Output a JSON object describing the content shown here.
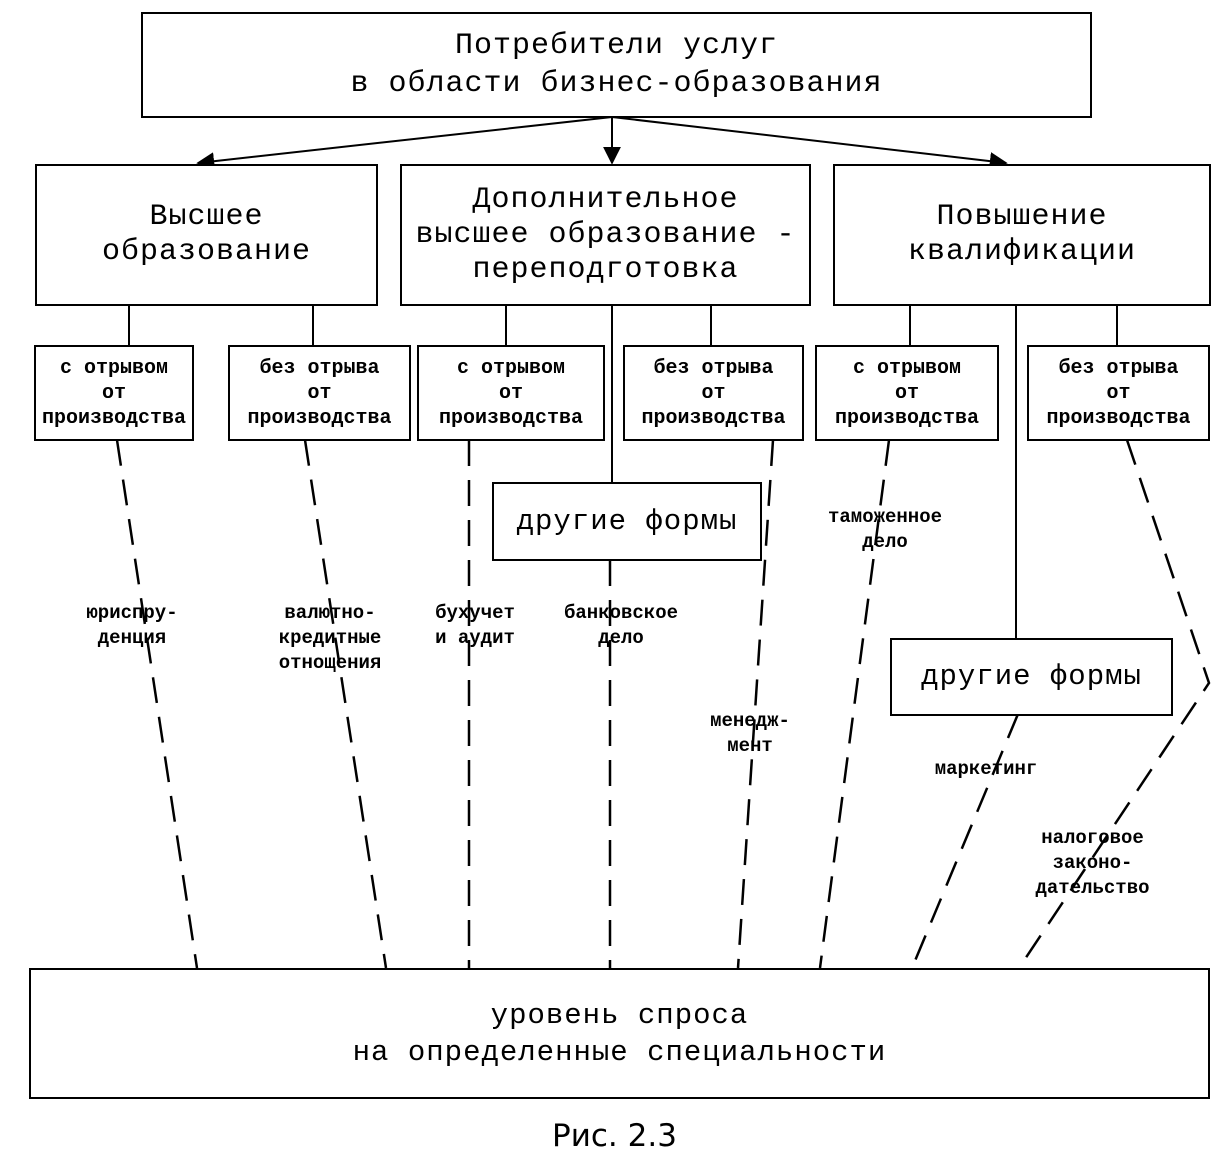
{
  "top_box": {
    "line1": "Потребители услуг",
    "line2": "в области бизнес-образования"
  },
  "level1": [
    {
      "lines": [
        "Высшее",
        "образование"
      ]
    },
    {
      "lines": [
        "Дополнительное",
        "высшее образование -",
        "переподготовка"
      ]
    },
    {
      "lines": [
        "Повышение",
        "квалификации"
      ]
    }
  ],
  "modes": {
    "with_break": [
      "с отрывом",
      "от",
      "производства"
    ],
    "without_break": [
      "без отрыва",
      "от",
      "производства"
    ]
  },
  "other_forms": "другие формы",
  "specialties": {
    "jurisprudence": [
      "юриспру-",
      "денция"
    ],
    "currency_credit": [
      "валютно-",
      "кредитные",
      "отнощения"
    ],
    "accounting": [
      "бухучет",
      "и аудит"
    ],
    "banking": [
      "банковское",
      "дело"
    ],
    "management": [
      "менедж-",
      "мент"
    ],
    "customs": [
      "таможенное",
      "дело"
    ],
    "marketing": [
      "маркетинг"
    ],
    "tax_law": [
      "налоговое",
      "законо-",
      "дательство"
    ]
  },
  "bottom_box": {
    "line1": "уровень спроса",
    "line2": "на определенные специальности"
  },
  "caption": "Рис. 2.3"
}
